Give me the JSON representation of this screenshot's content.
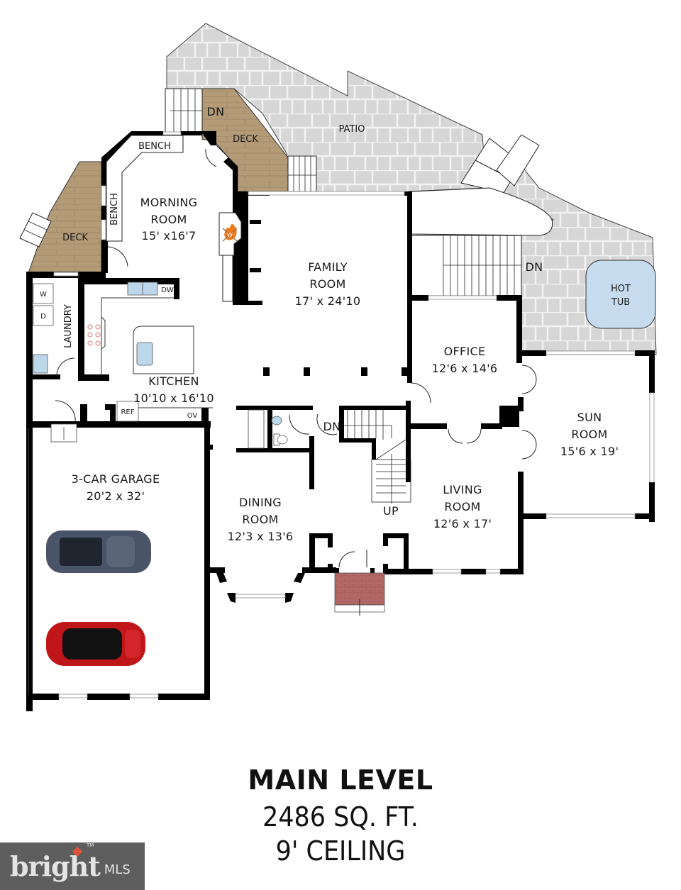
{
  "plan": {
    "level_title": "MAIN LEVEL",
    "square_footage": "2486 SQ. FT.",
    "ceiling": "9' CEILING",
    "colors": {
      "wall": "#000000",
      "deck": "#b39b78",
      "patio": "#d6d6d6",
      "hot_tub": "#c6dcee",
      "entry_brick": "#b36a66",
      "fireplace": "#f07a1c",
      "sink": "#bcd6ea",
      "burner": "#e08a8a"
    },
    "rooms": {
      "morning_room": {
        "name_line1": "MORNING",
        "name_line2": "ROOM",
        "dims": "15' x16'7"
      },
      "family_room": {
        "name_line1": "FAMILY",
        "name_line2": "ROOM",
        "dims": "17' x 24'10"
      },
      "kitchen": {
        "name": "KITCHEN",
        "dims": "10'10 x 16'10"
      },
      "laundry": {
        "name": "LAUNDRY"
      },
      "office": {
        "name": "OFFICE",
        "dims": "12'6 x 14'6"
      },
      "sun_room": {
        "name_line1": "SUN",
        "name_line2": "ROOM",
        "dims": "15'6 x 19'"
      },
      "living_room": {
        "name_line1": "LIVING",
        "name_line2": "ROOM",
        "dims": "12'6 x 17'"
      },
      "dining_room": {
        "name_line1": "DINING",
        "name_line2": "ROOM",
        "dims": "12'3 x 13'6"
      },
      "garage": {
        "name": "3-CAR GARAGE",
        "dims": "20'2 x 32'"
      }
    },
    "outdoor": {
      "patio": "PATIO",
      "deck_upper": "DECK",
      "deck_left": "DECK",
      "hot_tub_line1": "HOT",
      "hot_tub_line2": "TUB"
    },
    "fixtures": {
      "bench_top": "BENCH",
      "bench_side": "BENCH",
      "dishwasher": "DW",
      "refrigerator": "REF",
      "oven": "OV",
      "washer": "W",
      "dryer": "D",
      "fireplace": "W"
    },
    "stairs": {
      "deck_down": "DN",
      "patio_down": "DN",
      "basement_down": "DN",
      "main_up": "UP"
    }
  },
  "branding": {
    "logo_word": "bright",
    "logo_suffix": "MLS",
    "logo_tm": "TM"
  }
}
